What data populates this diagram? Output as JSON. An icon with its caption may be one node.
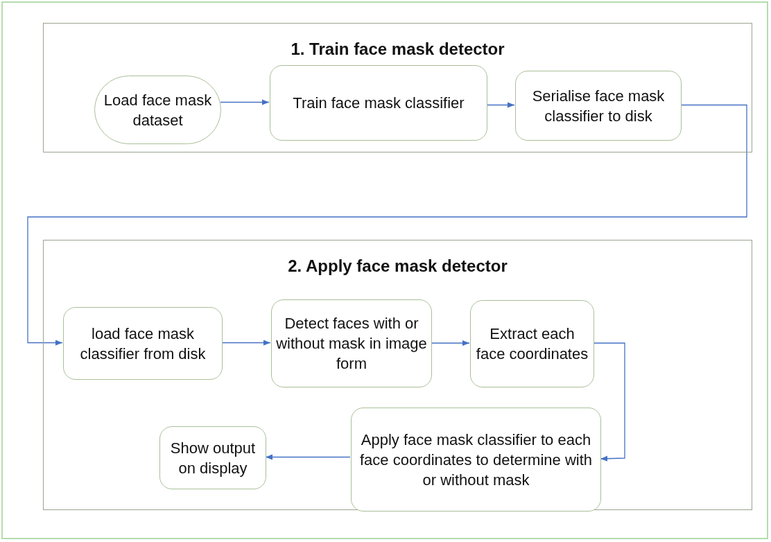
{
  "diagram": {
    "nodes": [
      {
        "text": [
          "1. Train face mask detector"
        ]
      },
      {
        "text": [
          "Load face mask dataset"
        ],
        "in": 0
      },
      {
        "text": [
          "Train face mask classifier"
        ],
        "in": 0
      },
      {
        "text": [
          "Serialise face mask classifier to disk"
        ],
        "in": 0
      },
      {
        "text": [
          "2. Apply face mask detector"
        ]
      },
      {
        "text": [
          "load face mask classifier from disk"
        ],
        "in": 4
      },
      {
        "text": [
          "Detect faces with or without mask in image form"
        ],
        "in": 4
      },
      {
        "text": [
          "Extract each face coordinates"
        ],
        "in": 4
      },
      {
        "text": [
          "Apply face mask classifier to each face coordinates to determine with or without mask"
        ],
        "in": 4
      },
      {
        "text": [
          "Show output on display"
        ],
        "in": 4
      }
    ],
    "edges": [
      {
        "from": 1,
        "to": 2,
        "arrow": "to"
      },
      {
        "from": 2,
        "to": 3,
        "arrow": "to"
      },
      {
        "from": 3,
        "to": 5,
        "arrow": "to"
      },
      {
        "from": 5,
        "to": 6,
        "arrow": "to"
      },
      {
        "from": 6,
        "to": 7,
        "arrow": "to"
      },
      {
        "from": 7,
        "to": 8,
        "arrow": "to"
      },
      {
        "from": 8,
        "to": 9,
        "arrow": "to"
      }
    ]
  }
}
